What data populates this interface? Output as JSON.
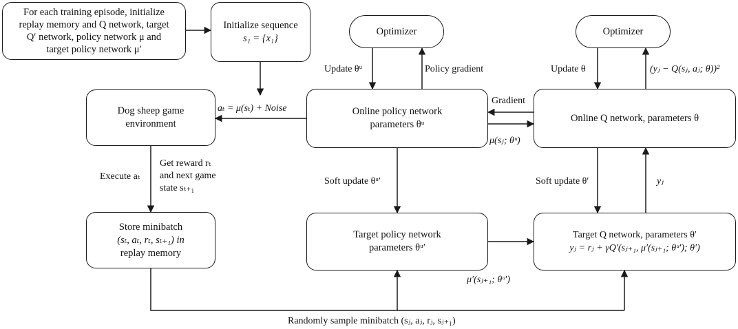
{
  "nodes": {
    "init_episode": [
      "For each training episode, initialize",
      "replay memory and Q network, target",
      "Q′ network, policy network μ and",
      "target policy network μ′"
    ],
    "init_sequence": [
      "Initialize sequence",
      "s₁ = {x₁}"
    ],
    "env": [
      "Dog sheep game",
      "environment"
    ],
    "store": [
      "Store minibatch",
      "(sₜ, aₜ, rₜ, sₜ₊₁) in",
      "replay memory"
    ],
    "optimizer_left": "Optimizer",
    "optimizer_right": "Optimizer",
    "online_policy": [
      "Online policy network",
      "parameters θᵘ"
    ],
    "online_q": "Online Q network, parameters θ",
    "target_policy": [
      "Target policy network",
      "parameters θᵘ′"
    ],
    "target_q": [
      "Target Q network, parameters θ′",
      "yⱼ = rⱼ + γQ′(sⱼ₊₁, μ′(sⱼ₊₁; θᵘ′); θ′)"
    ]
  },
  "edges": {
    "action": "aₜ = μ(sₜ) + Noise",
    "update_mu": "Update θᵘ",
    "policy_gradient": "Policy gradient",
    "update_theta": "Update θ",
    "loss": "(yⱼ − Q(sⱼ, aⱼ; θ))²",
    "gradient": "Gradient",
    "mu_sj": "μ(sⱼ; θᵘ)",
    "execute": "Execute aₜ",
    "reward": [
      "Get reward rₜ",
      "and next game",
      "state sₜ₊₁"
    ],
    "soft_update_mu": "Soft update θᵘ′",
    "soft_update_theta": "Soft update θ′",
    "yj": "yⱼ",
    "mu_prime": "μ′(sⱼ₊₁; θᵘ′)",
    "sample": "Randomly sample minibatch (sⱼ, aⱼ, rⱼ, sⱼ₊₁)"
  }
}
